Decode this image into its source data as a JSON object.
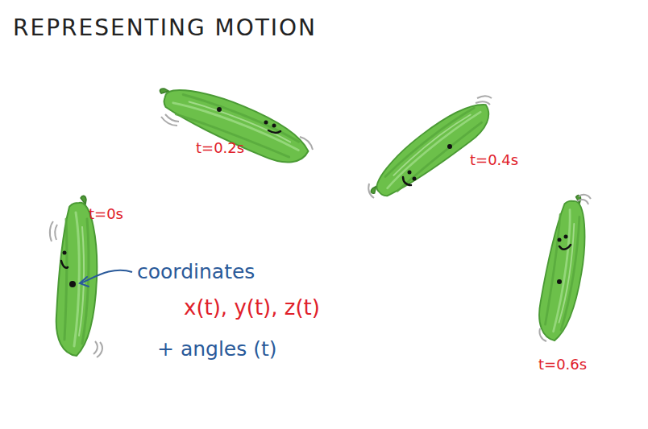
{
  "diagram": {
    "title": "REPRESENTING MOTION",
    "labels": [
      "t=0.2s",
      "t=0.4s",
      "t=0s",
      "t=0.6s",
      "coordinates",
      "x(t), y(t), z(t)",
      "+ angles (t)"
    ]
  }
}
